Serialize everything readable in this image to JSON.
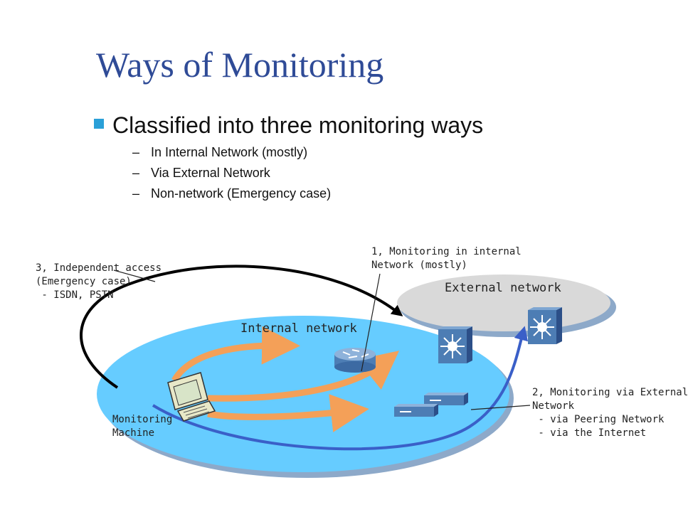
{
  "title": "Ways of Monitoring",
  "main_bullet": "Classified into three monitoring ways",
  "sub_bullets": [
    "In Internal Network (mostly)",
    "Via External Network",
    "Non-network (Emergency case)"
  ],
  "dash": "–",
  "diagram": {
    "external_network_label": "External network",
    "internal_network_label": "Internal network",
    "monitoring_machine_label": [
      "Monitoring",
      "Machine"
    ],
    "callout_1": [
      "1, Monitoring in internal",
      "Network (mostly)"
    ],
    "callout_2": [
      "2, Monitoring via External",
      "Network",
      " - via Peering Network",
      " - via the Internet"
    ],
    "callout_3": [
      "3, Independent access",
      "(Emergency case)",
      " - ISDN, PSTN"
    ]
  },
  "colors": {
    "title": "#2f4b97",
    "internal_network": "#66ccff",
    "external_network": "#d9d9d9",
    "orange_arrow": "#f4a058",
    "blue_curve": "#3a5fc8"
  }
}
